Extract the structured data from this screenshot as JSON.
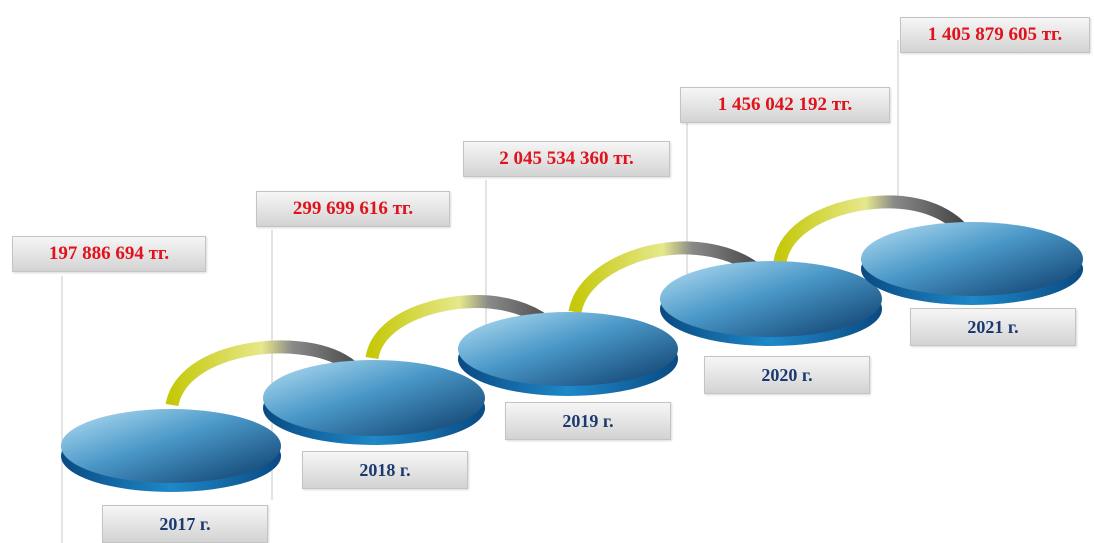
{
  "colors": {
    "amount_text": "#e0121c",
    "year_text": "#1a3a6e",
    "disc_light": "#7ec3e6",
    "disc_dark": "#0d3d6b",
    "arc_color": "#c6c90a",
    "arrow_color": "#4a4a4a"
  },
  "steps": [
    {
      "year": "2017 г.",
      "amount": "197 886 694 тг."
    },
    {
      "year": "2018 г.",
      "amount": "299 699 616 тг."
    },
    {
      "year": "2019 г.",
      "amount": "2 045 534 360 тг."
    },
    {
      "year": "2020 г.",
      "amount": "1 456 042 192 тг."
    },
    {
      "year": "2021 г.",
      "amount": "1 405 879 605 тг."
    }
  ]
}
